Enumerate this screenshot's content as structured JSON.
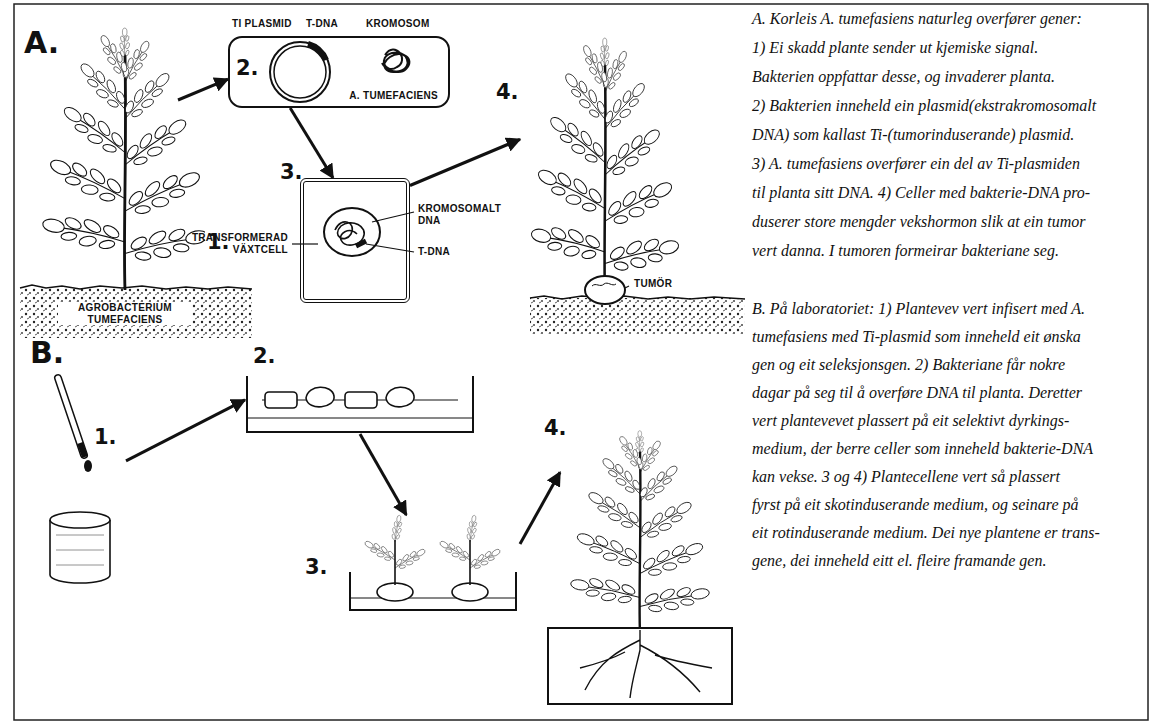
{
  "diagram": {
    "nodes": [
      {
        "text": [
          "1.",
          "AGROBACTERIUM TUMEFACIENS"
        ]
      },
      {
        "text": [
          "2.",
          "A. TUMEFACIENS"
        ]
      },
      {
        "text": [
          "3."
        ]
      },
      {
        "text": [
          "4."
        ]
      },
      {
        "text": [
          "1."
        ]
      },
      {
        "text": [
          "2."
        ]
      },
      {
        "text": [
          "3."
        ]
      },
      {
        "text": [
          "4."
        ]
      }
    ],
    "edges": [
      {
        "from": 0,
        "to": 1,
        "arrow": "to"
      },
      {
        "from": 1,
        "to": 2,
        "arrow": "to"
      },
      {
        "from": 2,
        "to": 3,
        "arrow": "to"
      },
      {
        "from": 4,
        "to": 5,
        "arrow": "to"
      },
      {
        "from": 5,
        "to": 6,
        "arrow": "to"
      },
      {
        "from": 6,
        "to": 7,
        "arrow": "to"
      }
    ],
    "labels": [
      "A.",
      "TI PLASMID",
      "T-DNA",
      "KROMOSOM",
      "TRANSFORMERAD VÄXTCELL",
      "KROMOSOMALT DNA",
      "T-DNA",
      "TUMÖR",
      "A. Korleis A. tumefasiens naturleg overfører gener:",
      "1) Ei skadd plante sender ut kjemiske signal.",
      "Bakterien oppfattar desse, og invaderer planta.",
      "2) Bakterien inneheld ein plasmid(ekstrakromosomalt",
      "DNA) som kallast Ti-(tumorinduserande) plasmid.",
      "3) A. tumefasiens overfører ein del av Ti-plasmiden",
      "til planta sitt DNA. 4) Celler med bakterie-DNA pro-",
      "duserer store mengder vekshormon slik at ein tumor",
      "vert danna. I tumoren formeirar bakteriane seg.",
      "B.",
      "B. På laboratoriet: 1) Plantevev vert infisert med A.",
      "tumefasiens med Ti-plasmid som inneheld eit ønska",
      "gen og eit seleksjonsgen. 2) Bakteriane får nokre",
      "dagar på seg til å overføre DNA til planta. Deretter",
      "vert plantevevet plassert på eit selektivt dyrkings-",
      "medium, der berre celler som inneheld bakterie-DNA",
      "kan vekse. 3 og 4) Plantecellene vert så plassert",
      "fyrst på eit skotinduserande medium, og seinare på",
      "eit rotinduserande medium. Dei nye plantene er trans-",
      "gene, dei inneheld eitt el. fleire framande gen."
    ]
  }
}
